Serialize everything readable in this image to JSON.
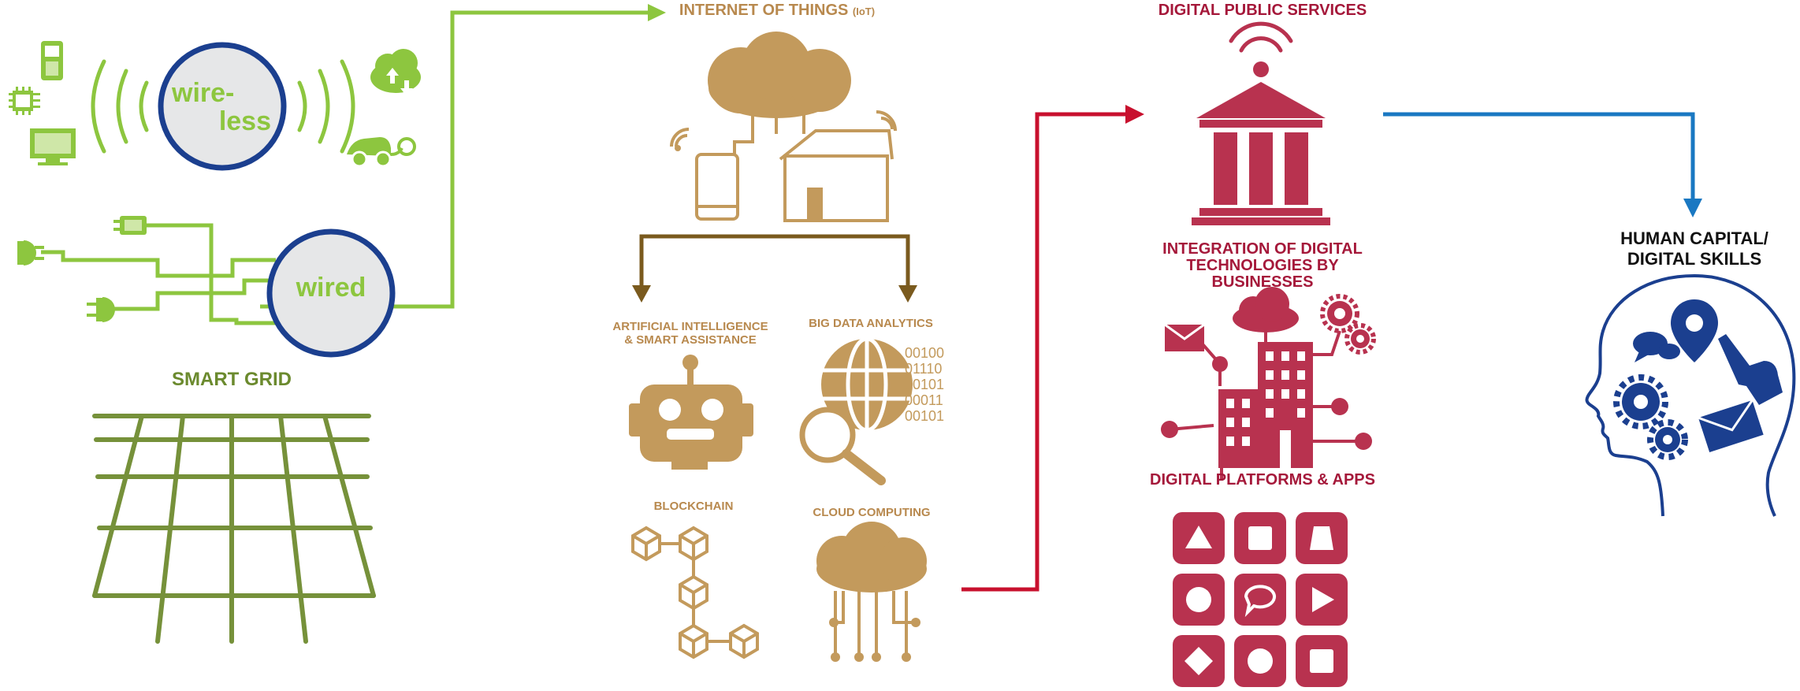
{
  "colors": {
    "green": "#8dc63f",
    "olive": "#6b8a2e",
    "gold": "#c39a5c",
    "brown": "#7a5a1e",
    "red": "#b8324f",
    "blue": "#1b3f8f",
    "arrow_blue": "#1a78c2",
    "arrow_red": "#c8102e"
  },
  "left": {
    "wireless_line1": "wire-",
    "wireless_line2": "less",
    "wired": "wired",
    "smart_grid": "SMART GRID"
  },
  "iot": {
    "title": "INTERNET OF THINGS",
    "title_suffix": "(IoT)",
    "ai_line1": "ARTIFICIAL INTELLIGENCE",
    "ai_line2": "& SMART ASSISTANCE",
    "big_data": "BIG DATA ANALYTICS",
    "binary": [
      "00100",
      "01110",
      "00101",
      "00011",
      "00101"
    ],
    "blockchain": "BLOCKCHAIN",
    "cloud_computing": "CLOUD COMPUTING"
  },
  "public": {
    "title": "DIGITAL PUBLIC SERVICES",
    "integration_line1": "INTEGRATION OF DIGITAL",
    "integration_line2": "TECHNOLOGIES BY",
    "integration_line3": "BUSINESSES",
    "platforms": "DIGITAL PLATFORMS & APPS",
    "app_icons": [
      "triangle",
      "square",
      "trapezoid",
      "circle",
      "speech-bubble",
      "play",
      "diamond",
      "circle",
      "square"
    ]
  },
  "human": {
    "line1": "HUMAN CAPITAL/",
    "line2": "DIGITAL SKILLS"
  }
}
